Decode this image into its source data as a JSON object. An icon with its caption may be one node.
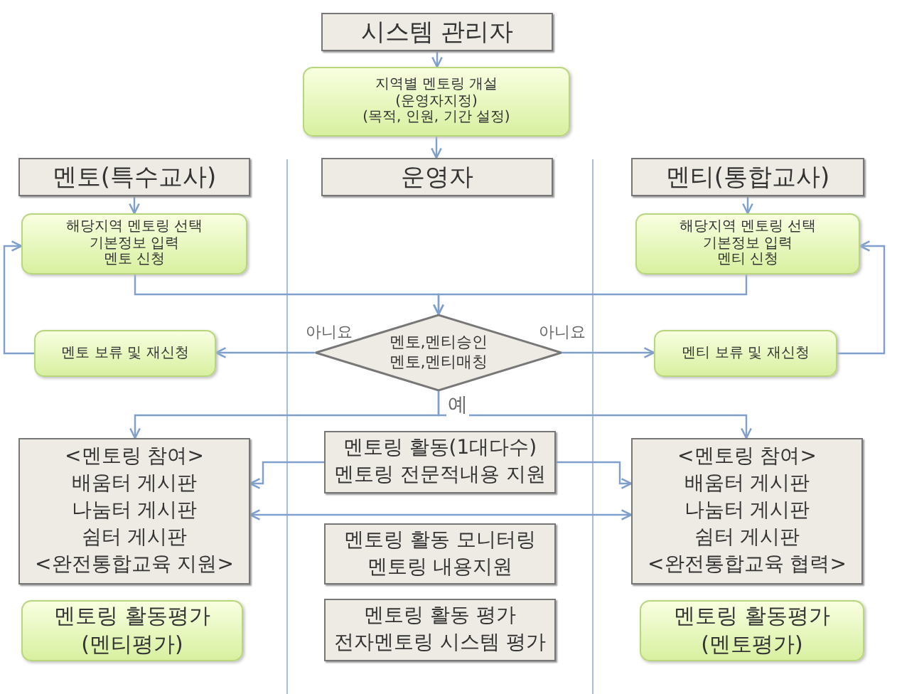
{
  "diagram": {
    "nodes": [
      {
        "text": [
          "시스템 관리자"
        ]
      },
      {
        "text": [
          "지역별 멘토링 개설",
          "(운영자지정)",
          "(목적, 인원, 기간 설정)"
        ]
      },
      {
        "text": [
          "멘토(특수교사)"
        ]
      },
      {
        "text": [
          "운영자"
        ]
      },
      {
        "text": [
          "멘티(통합교사)"
        ]
      },
      {
        "text": [
          "해당지역 멘토링 선택",
          "기본정보 입력",
          "멘토 신청"
        ]
      },
      {
        "text": [
          "해당지역 멘토링 선택",
          "기본정보 입력",
          "멘티 신청"
        ]
      },
      {
        "text": [
          "멘토,멘티승인",
          "멘토,멘티매칭"
        ]
      },
      {
        "text": [
          "멘토 보류 및 재신청"
        ]
      },
      {
        "text": [
          "멘티 보류 및 재신청"
        ]
      },
      {
        "text": [
          "<멘토링 참여>",
          "배움터 게시판",
          "나눔터 게시판",
          "쉼터 게시판",
          "<완전통합교육 지원>"
        ]
      },
      {
        "text": [
          "멘토링 활동(1대다수)",
          "멘토링 전문적내용 지원"
        ]
      },
      {
        "text": [
          "<멘토링 참여>",
          "배움터 게시판",
          "나눔터 게시판",
          "쉼터 게시판",
          "<완전통합교육 협력>"
        ]
      },
      {
        "text": [
          "멘토링 활동 모니터링",
          "멘토링 내용지원"
        ]
      },
      {
        "text": [
          "멘토링 활동평가",
          "(멘티평가)"
        ]
      },
      {
        "text": [
          "멘토링 활동 평가",
          "전자멘토링 시스템 평가"
        ]
      },
      {
        "text": [
          "멘토링 활동평가",
          "(멘토평가)"
        ]
      }
    ],
    "edges": [
      {
        "from": 0,
        "to": 1,
        "arrow": "to"
      },
      {
        "from": 1,
        "to": 3,
        "arrow": "to"
      },
      {
        "from": 2,
        "to": 5,
        "arrow": "to"
      },
      {
        "from": 4,
        "to": 6,
        "arrow": "to"
      },
      {
        "from": 5,
        "to": 7,
        "arrow": "to"
      },
      {
        "from": 6,
        "to": 7,
        "arrow": "to"
      },
      {
        "from": 7,
        "to": 8,
        "arrow": "to",
        "label": "아니요"
      },
      {
        "from": 7,
        "to": 9,
        "arrow": "to",
        "label": "아니요"
      },
      {
        "from": 8,
        "to": 5,
        "arrow": "to"
      },
      {
        "from": 9,
        "to": 6,
        "arrow": "to"
      },
      {
        "from": 7,
        "to": 10,
        "arrow": "to",
        "label": "예"
      },
      {
        "from": 7,
        "to": 12,
        "arrow": "to"
      },
      {
        "from": 11,
        "to": 10,
        "arrow": "to"
      },
      {
        "from": 11,
        "to": 12,
        "arrow": "to"
      },
      {
        "from": 10,
        "to": 12,
        "arrow": "both"
      }
    ]
  }
}
